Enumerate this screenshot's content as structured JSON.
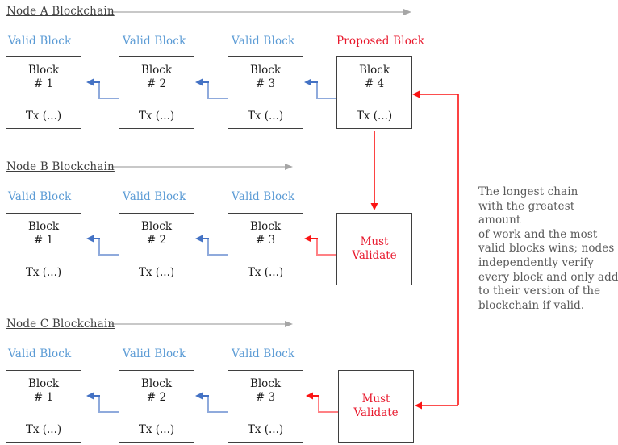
{
  "colors": {
    "valid_label_blue": "#5b9bd5",
    "proposed_label_red": "#e8192d",
    "box_border_gray": "#3f3f3f",
    "heading_gray": "#3f3f3f",
    "note_gray": "#595959",
    "chain_arrow_gray": "#a6a6a6",
    "link_arrow_blue_dark": "#4472c4",
    "link_arrow_blue_light": "#8faadc",
    "red_arrow": "#fb1414",
    "red_arrow_light": "#ff8084"
  },
  "rows": [
    {
      "heading": "Node A Blockchain",
      "blocks": [
        {
          "label": "Valid Block",
          "title": "Block",
          "num": "# 1",
          "tx": "Tx (...)"
        },
        {
          "label": "Valid Block",
          "title": "Block",
          "num": "# 2",
          "tx": "Tx (...)"
        },
        {
          "label": "Valid Block",
          "title": "Block",
          "num": "# 3",
          "tx": "Tx (...)"
        },
        {
          "label": "Proposed Block",
          "title": "Block",
          "num": "# 4",
          "tx": "Tx (...)"
        }
      ]
    },
    {
      "heading": "Node B Blockchain",
      "blocks": [
        {
          "label": "Valid Block",
          "title": "Block",
          "num": "# 1",
          "tx": "Tx (...)"
        },
        {
          "label": "Valid Block",
          "title": "Block",
          "num": "# 2",
          "tx": "Tx (...)"
        },
        {
          "label": "Valid Block",
          "title": "Block",
          "num": "# 3",
          "tx": "Tx (...)"
        }
      ],
      "validate": {
        "line1": "Must",
        "line2": "Validate"
      }
    },
    {
      "heading": "Node C Blockchain",
      "blocks": [
        {
          "label": "Valid Block",
          "title": "Block",
          "num": "# 1",
          "tx": "Tx (...)"
        },
        {
          "label": "Valid Block",
          "title": "Block",
          "num": "# 2",
          "tx": "Tx (...)"
        },
        {
          "label": "Valid Block",
          "title": "Block",
          "num": "# 3",
          "tx": "Tx (...)"
        }
      ],
      "validate": {
        "line1": "Must",
        "line2": "Validate"
      }
    }
  ],
  "note": {
    "lines": [
      "The longest chain",
      "with the greatest amount",
      "of work and the most",
      "valid blocks wins; nodes",
      "independently verify",
      "every block and only add",
      "to their version of the",
      "blockchain if valid."
    ]
  }
}
